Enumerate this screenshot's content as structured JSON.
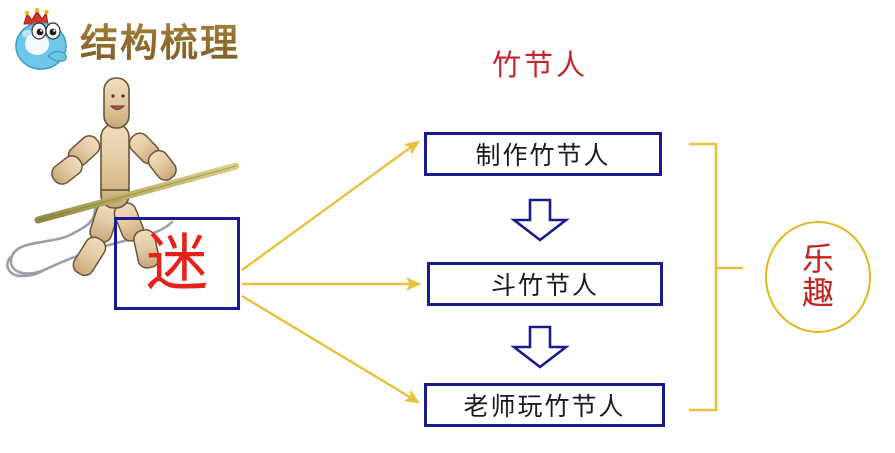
{
  "header": {
    "title": "结构梳理",
    "logo_icon": "q-mascot-crown-icon"
  },
  "illustration": {
    "name": "bamboo-joint-puppet-illustration",
    "alt": "竹节人"
  },
  "diagram": {
    "heading": "竹节人",
    "center_node": {
      "label": "迷",
      "border_color": "#1a1a8c",
      "text_color": "#e8201a"
    },
    "stages": [
      {
        "label": "制作竹节人"
      },
      {
        "label": "斗竹节人"
      },
      {
        "label": "老师玩竹节人"
      }
    ],
    "down_arrows": [
      {
        "name": "down-arrow-1"
      },
      {
        "name": "down-arrow-2"
      }
    ],
    "fan_arrows": [
      {
        "name": "fan-arrow-to-stage-1"
      },
      {
        "name": "fan-arrow-to-stage-2"
      },
      {
        "name": "fan-arrow-to-stage-3"
      }
    ],
    "bracket": {
      "name": "right-curly-bracket",
      "color": "#e8c13a"
    },
    "result": {
      "lines": [
        "乐",
        "趣"
      ],
      "border_color": "#e0b721",
      "text_color": "#c0241f"
    }
  },
  "colors": {
    "title_gold": "#9d7a38",
    "heading_red": "#c3272b",
    "box_navy": "#1a1a8c",
    "arrow_gold": "#e8c13a",
    "accent_red": "#e8201a"
  }
}
